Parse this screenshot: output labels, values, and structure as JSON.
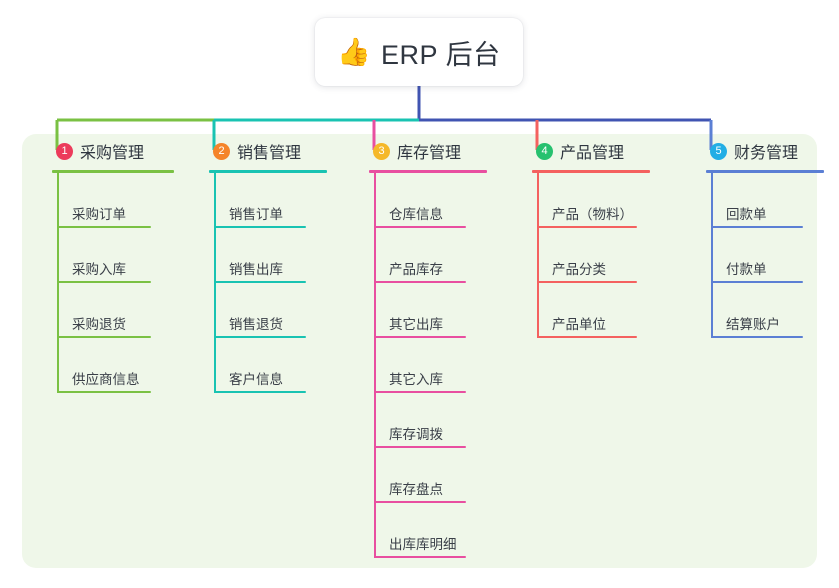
{
  "root": {
    "icon": "thumbs-up-emoji",
    "emoji": "👍",
    "title": "ERP 后台"
  },
  "theme": {
    "panel_bg": "#eff7e9",
    "page_bg": "#ffffff",
    "root_line": "#4054b2",
    "text": "#2f3640"
  },
  "columns": [
    {
      "number": "1",
      "title": "采购管理",
      "badge_color": "#ec3b5b",
      "line_color": "#7ac143",
      "items": [
        {
          "label": "采购订单"
        },
        {
          "label": "采购入库"
        },
        {
          "label": "采购退货"
        },
        {
          "label": "供应商信息"
        }
      ]
    },
    {
      "number": "2",
      "title": "销售管理",
      "badge_color": "#f5842a",
      "line_color": "#19c3b2",
      "items": [
        {
          "label": "销售订单"
        },
        {
          "label": "销售出库"
        },
        {
          "label": "销售退货"
        },
        {
          "label": "客户信息"
        }
      ]
    },
    {
      "number": "3",
      "title": "库存管理",
      "badge_color": "#f5b829",
      "line_color": "#e84fa0",
      "items": [
        {
          "label": "仓库信息"
        },
        {
          "label": "产品库存"
        },
        {
          "label": "其它出库"
        },
        {
          "label": "其它入库"
        },
        {
          "label": "库存调拨"
        },
        {
          "label": "库存盘点"
        },
        {
          "label": "出库库明细"
        }
      ]
    },
    {
      "number": "4",
      "title": "产品管理",
      "badge_color": "#27c16f",
      "line_color": "#f4615f",
      "items": [
        {
          "label": "产品（物料）"
        },
        {
          "label": "产品分类"
        },
        {
          "label": "产品单位"
        }
      ]
    },
    {
      "number": "5",
      "title": "财务管理",
      "badge_color": "#22aee5",
      "line_color": "#5b7fd4",
      "items": [
        {
          "label": "回款单"
        },
        {
          "label": "付款单"
        },
        {
          "label": "结算账户"
        }
      ]
    }
  ]
}
